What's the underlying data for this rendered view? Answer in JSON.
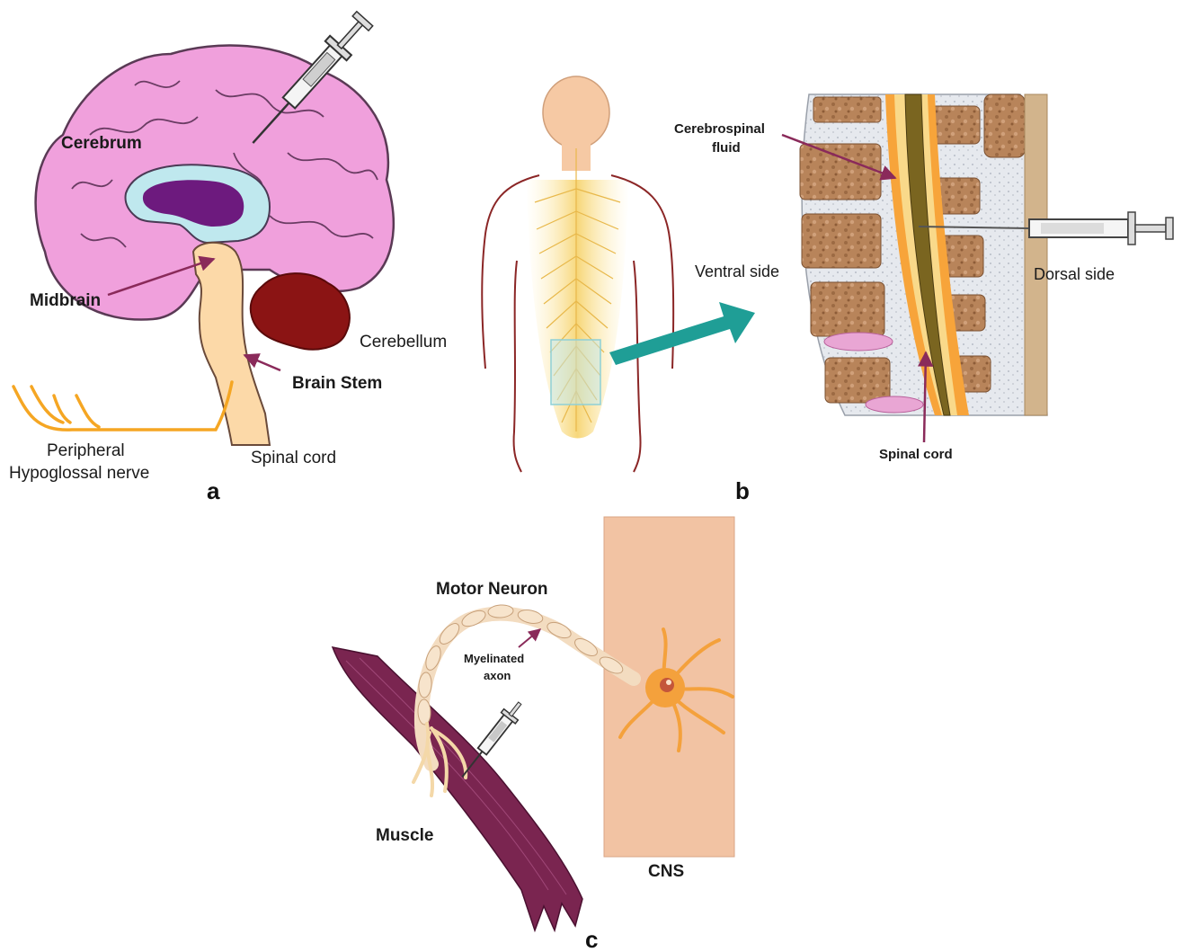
{
  "panel_a": {
    "letter": "a",
    "labels": {
      "cerebrum": "Cerebrum",
      "midbrain": "Midbrain",
      "cerebellum": "Cerebellum",
      "brain_stem": "Brain Stem",
      "spinal_cord": "Spinal cord",
      "nerve_line1": "Peripheral",
      "nerve_line2": "Hypoglossal nerve"
    }
  },
  "panel_b": {
    "letter": "b",
    "labels": {
      "csf_line1": "Cerebrospinal",
      "csf_line2": "fluid",
      "ventral": "Ventral side",
      "dorsal": "Dorsal side",
      "spinal_cord": "Spinal cord"
    }
  },
  "panel_c": {
    "letter": "c",
    "labels": {
      "motor_neuron": "Motor Neuron",
      "axon_line1": "Myelinated",
      "axon_line2": "axon",
      "muscle": "Muscle",
      "cns": "CNS"
    }
  },
  "colors": {
    "brain_pink": "#f0a0dc",
    "ventricle_blue": "#bfe8ee",
    "ventricle_purple": "#6d1a7e",
    "stem_peach": "#fcd9a8",
    "cerebellum_red": "#8b1414",
    "nerve_orange": "#f5a623",
    "arrow_teal": "#1f9e96",
    "spine_bone": "#b8845a",
    "cns_column": "#f2c3a3",
    "muscle_plum": "#7a2550",
    "neuron_orange": "#f4a13c"
  },
  "icons": [
    "syringe-icon",
    "arrow-icon"
  ]
}
